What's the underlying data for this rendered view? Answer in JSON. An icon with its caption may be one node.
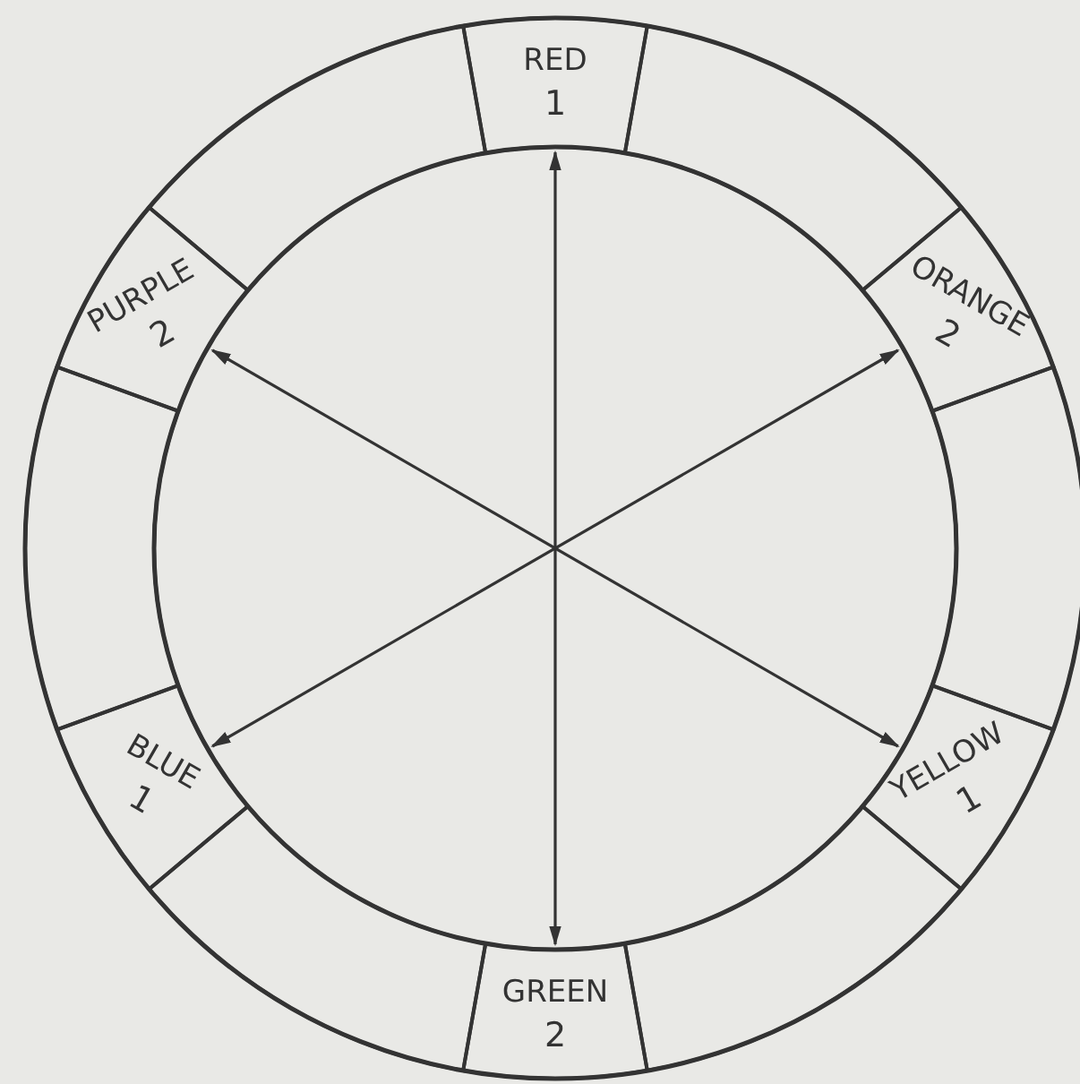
{
  "diagram": {
    "nodes": [
      {
        "text": [
          "RED",
          "1"
        ]
      },
      {
        "text": [],
        "shape": "segment"
      },
      {
        "text": [
          "ORANGE",
          "2"
        ]
      },
      {
        "text": [],
        "shape": "segment"
      },
      {
        "text": [
          "YELLOW",
          "1"
        ]
      },
      {
        "text": [],
        "shape": "segment"
      },
      {
        "text": [
          "GREEN",
          "2"
        ]
      },
      {
        "text": [],
        "shape": "segment"
      },
      {
        "text": [
          "BLUE",
          "1"
        ]
      },
      {
        "text": [],
        "shape": "segment"
      },
      {
        "text": [
          "PURPLE",
          "2"
        ]
      },
      {
        "text": [],
        "shape": "segment"
      }
    ],
    "edges": [
      {
        "from": 0,
        "to": 6,
        "arrow": "both"
      },
      {
        "from": 2,
        "to": 8,
        "arrow": "both"
      },
      {
        "from": 10,
        "to": 4,
        "arrow": "both"
      }
    ]
  }
}
